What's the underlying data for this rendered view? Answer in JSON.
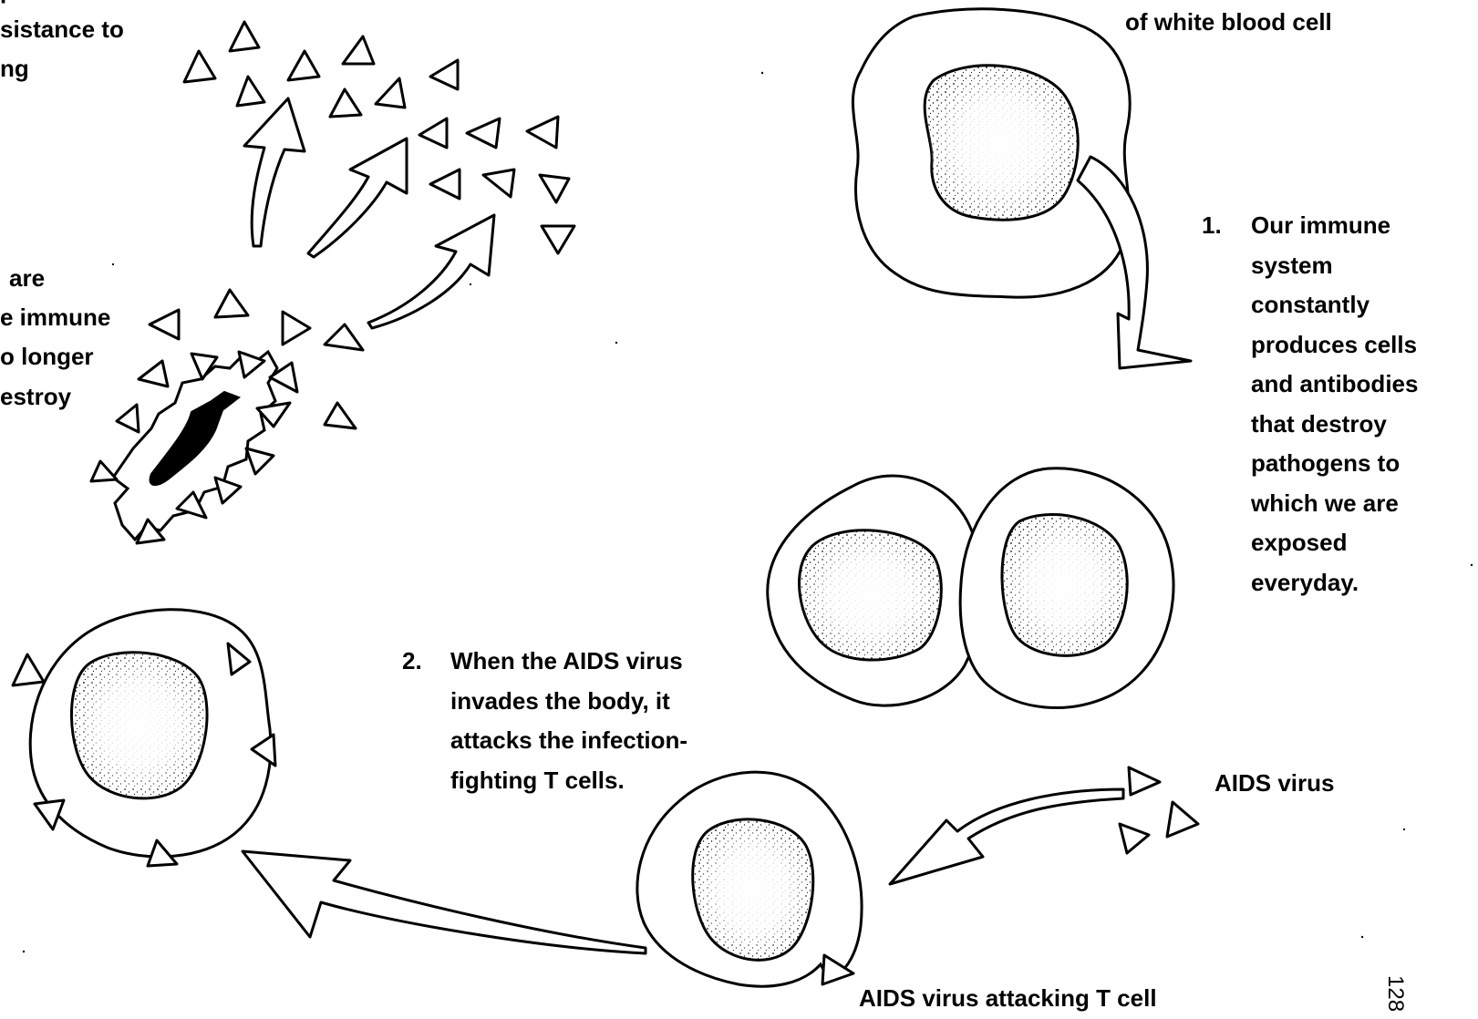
{
  "labels": {
    "top_right": "of white blood cell",
    "top_left_lines": [
      "p",
      "sistance to",
      "ng"
    ],
    "left_lines": [
      "are",
      "e immune",
      "o longer",
      "estroy"
    ],
    "aids_virus": "AIDS virus",
    "attacking": "AIDS virus attacking T cell",
    "page_number": "128"
  },
  "steps": [
    {
      "number": "1.",
      "lines": [
        "Our immune",
        "system",
        "constantly",
        "produces cells",
        "and antibodies",
        "that destroy",
        "pathogens to",
        "which we are",
        "exposed",
        "everyday."
      ]
    },
    {
      "number": "2.",
      "lines": [
        "When the AIDS virus",
        "invades the body, it",
        "attacks the infection-",
        "fighting T cells."
      ]
    }
  ],
  "colors": {
    "ink": "#000000",
    "paper": "#ffffff"
  }
}
